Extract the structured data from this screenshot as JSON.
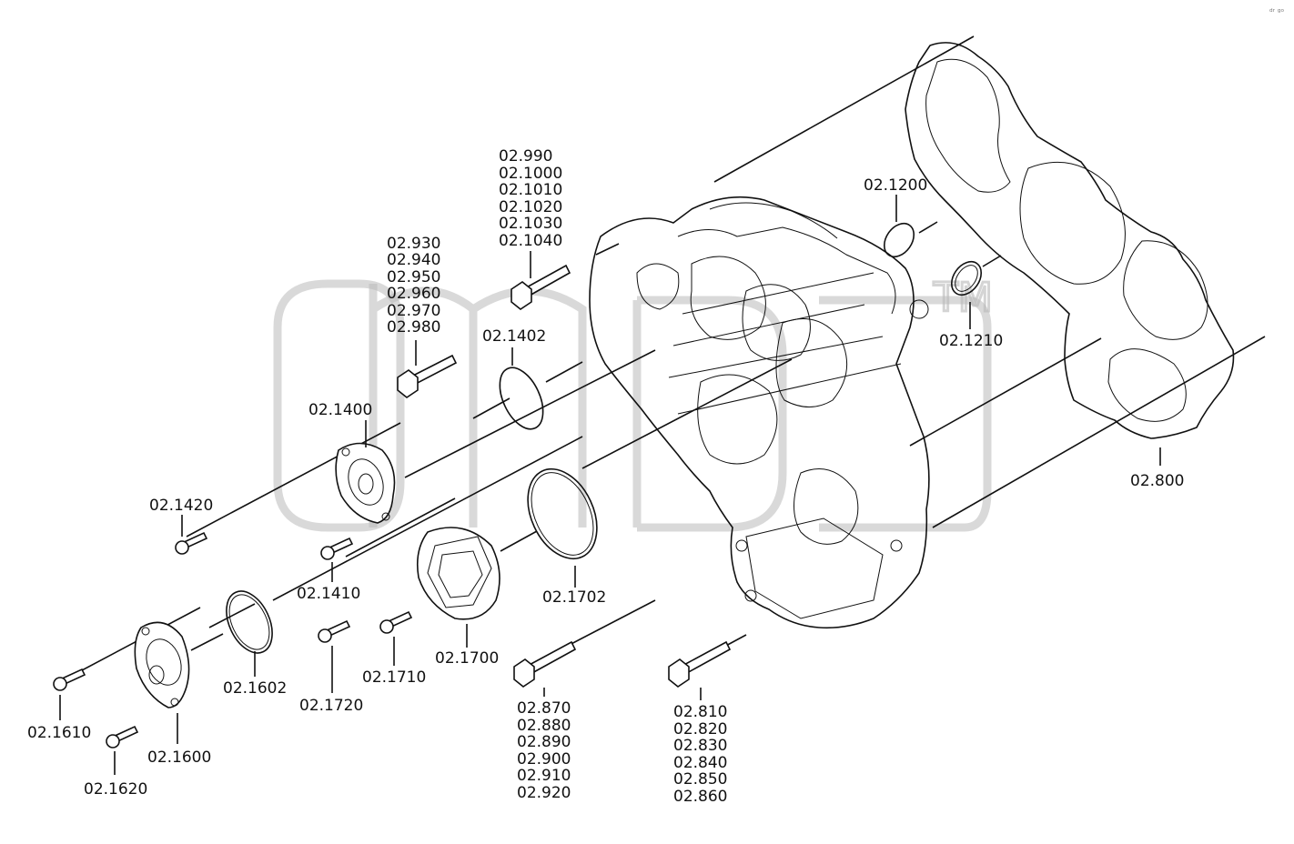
{
  "diagram": {
    "corner_mark": "ᵈʳ ᵍᵒ",
    "watermark_tm": "TM",
    "callouts": [
      {
        "id": "c0800",
        "labels": [
          "02.800"
        ]
      },
      {
        "id": "c0810",
        "labels": [
          "02.810",
          "02.820",
          "02.830",
          "02.840",
          "02.850",
          "02.860"
        ]
      },
      {
        "id": "c0870",
        "labels": [
          "02.870",
          "02.880",
          "02.890",
          "02.900",
          "02.910",
          "02.920"
        ]
      },
      {
        "id": "c0930",
        "labels": [
          "02.930",
          "02.940",
          "02.950",
          "02.960",
          "02.970",
          "02.980"
        ]
      },
      {
        "id": "c0990",
        "labels": [
          "02.990",
          "02.1000",
          "02.1010",
          "02.1020",
          "02.1030",
          "02.1040"
        ]
      },
      {
        "id": "c1200",
        "labels": [
          "02.1200"
        ]
      },
      {
        "id": "c1210",
        "labels": [
          "02.1210"
        ]
      },
      {
        "id": "c1400",
        "labels": [
          "02.1400"
        ]
      },
      {
        "id": "c1402",
        "labels": [
          "02.1402"
        ]
      },
      {
        "id": "c1410",
        "labels": [
          "02.1410"
        ]
      },
      {
        "id": "c1420",
        "labels": [
          "02.1420"
        ]
      },
      {
        "id": "c1600",
        "labels": [
          "02.1600"
        ]
      },
      {
        "id": "c1602",
        "labels": [
          "02.1602"
        ]
      },
      {
        "id": "c1610",
        "labels": [
          "02.1610"
        ]
      },
      {
        "id": "c1620",
        "labels": [
          "02.1620"
        ]
      },
      {
        "id": "c1700",
        "labels": [
          "02.1700"
        ]
      },
      {
        "id": "c1702",
        "labels": [
          "02.1702"
        ]
      },
      {
        "id": "c1710",
        "labels": [
          "02.1710"
        ]
      },
      {
        "id": "c1720",
        "labels": [
          "02.1720"
        ]
      }
    ]
  }
}
